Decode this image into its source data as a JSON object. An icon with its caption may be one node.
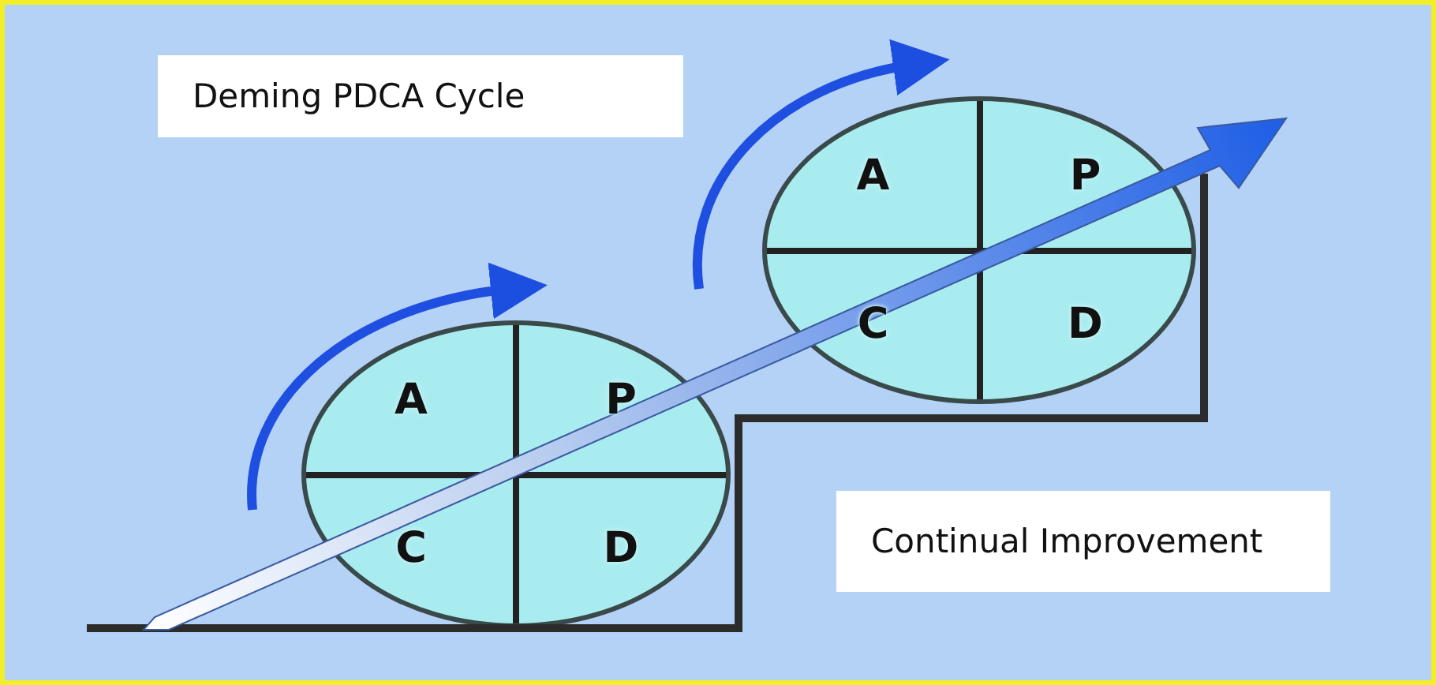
{
  "diagram": {
    "nodes": [
      {
        "text": [
          "Deming PDCA Cycle"
        ]
      },
      {
        "text": [],
        "shape": "circle"
      },
      {
        "text": [
          "A"
        ],
        "in": 1
      },
      {
        "text": [
          "P"
        ],
        "in": 1
      },
      {
        "text": [
          "C"
        ],
        "in": 1
      },
      {
        "text": [
          "D"
        ],
        "in": 1
      },
      {
        "text": [],
        "shape": "circle"
      },
      {
        "text": [
          "A"
        ],
        "in": 6
      },
      {
        "text": [
          "P"
        ],
        "in": 6
      },
      {
        "text": [
          "C"
        ],
        "in": 6
      },
      {
        "text": [
          "D"
        ],
        "in": 6
      },
      {
        "text": [
          "Continual Improvement"
        ]
      }
    ],
    "edges": []
  }
}
